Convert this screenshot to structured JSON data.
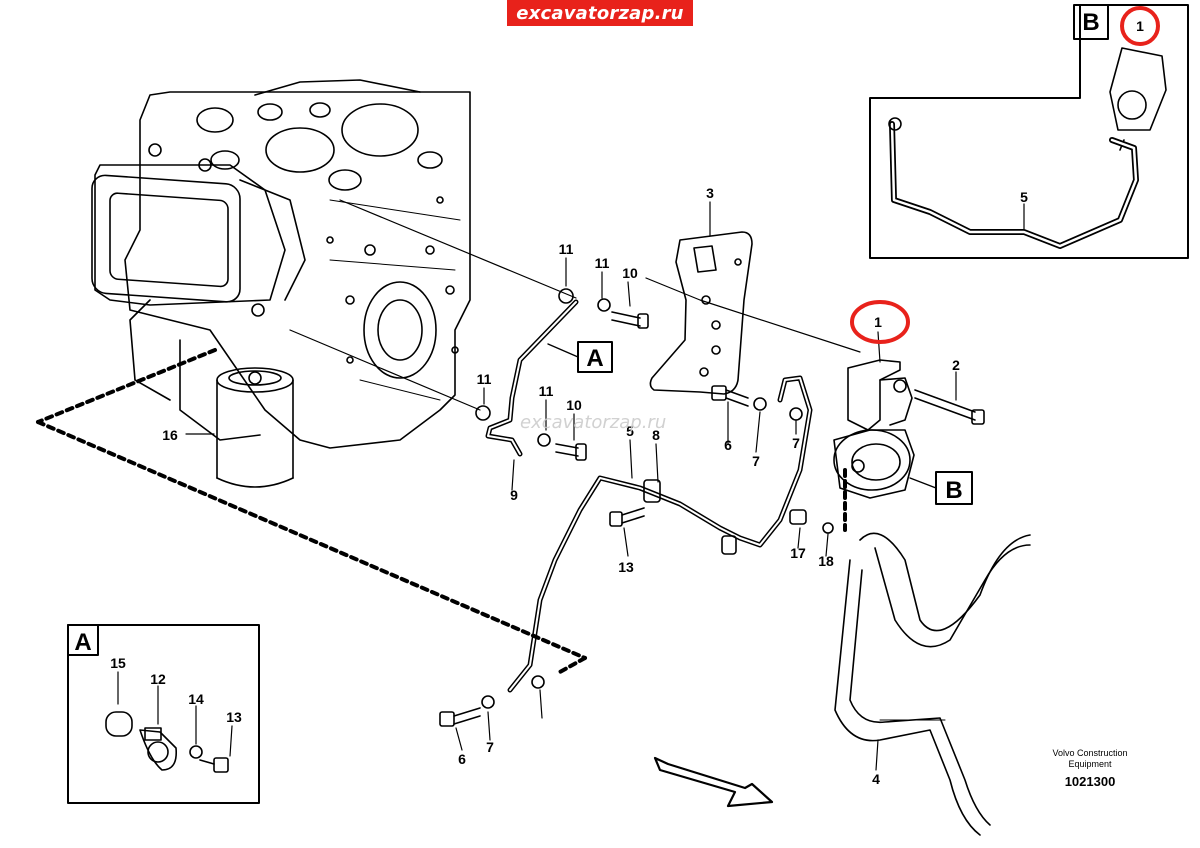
{
  "watermark": {
    "top": "excavatorzap.ru",
    "middle": "excavatorzap.ru"
  },
  "credit": {
    "line1": "Volvo Construction",
    "line2": "Equipment",
    "drawing_number": "1021300"
  },
  "view_labels": {
    "A": "A",
    "B": "B"
  },
  "callouts": {
    "p1_main": "1",
    "p1_inset": "1",
    "p2": "2",
    "p3": "3",
    "p4": "4",
    "p5_main": "5",
    "p5_inset": "5",
    "p6_a": "6",
    "p6_b": "6",
    "p7_a": "7",
    "p7_b": "7",
    "p7_c": "7",
    "p8": "8",
    "p9": "9",
    "p10_a": "10",
    "p10_b": "10",
    "p11_a": "11",
    "p11_b": "11",
    "p11_c": "11",
    "p11_d": "11",
    "p12": "12",
    "p13_main": "13",
    "p13_inset": "13",
    "p14": "14",
    "p15": "15",
    "p16": "16",
    "p17": "17",
    "p18": "18"
  },
  "colors": {
    "line": "#000000",
    "highlight_ring": "#e8221b",
    "watermark_bg": "#e8221b"
  }
}
